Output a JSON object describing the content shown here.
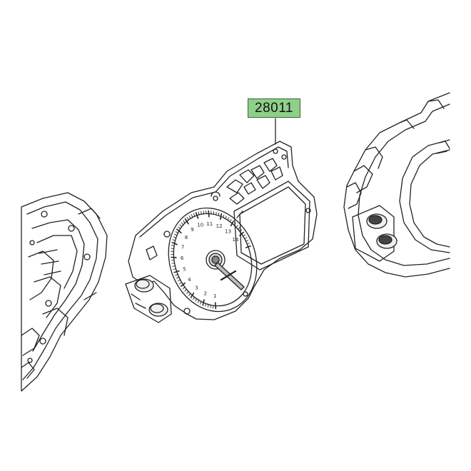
{
  "callout": {
    "part_number": "28011",
    "highlight_color": "#8fcf8a"
  },
  "gauge": {
    "ticks": [
      "1",
      "2",
      "3",
      "4",
      "5",
      "6",
      "7",
      "8",
      "9",
      "10",
      "11",
      "12",
      "13",
      "14"
    ]
  }
}
